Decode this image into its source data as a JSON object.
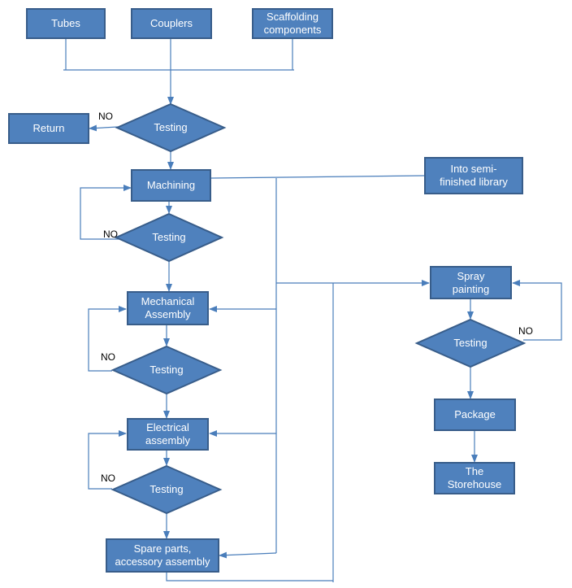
{
  "nodes": {
    "tubes": "Tubes",
    "couplers": "Couplers",
    "scaffolding": "Scaffolding\ncomponents",
    "return": "Return",
    "machining": "Machining",
    "semi_finished": "Into semi-\nfinished library",
    "mechanical": "Mechanical\nAssembly",
    "electrical": "Electrical\nassembly",
    "spare_parts": "Spare parts,\naccessory assembly",
    "spray": "Spray\npainting",
    "package": "Package",
    "storehouse": "The\nStorehouse"
  },
  "decisions": {
    "testing_1": "Testing",
    "testing_2": "Testing",
    "testing_3": "Testing",
    "testing_4": "Testing",
    "testing_5": "Testing"
  },
  "no_labels": {
    "no_1": "NO",
    "no_2": "NO",
    "no_3": "NO",
    "no_4": "NO",
    "no_5": "NO"
  },
  "colors": {
    "box_fill": "#4f81bd",
    "box_border": "#385d8a",
    "line": "#4a7ebb"
  }
}
